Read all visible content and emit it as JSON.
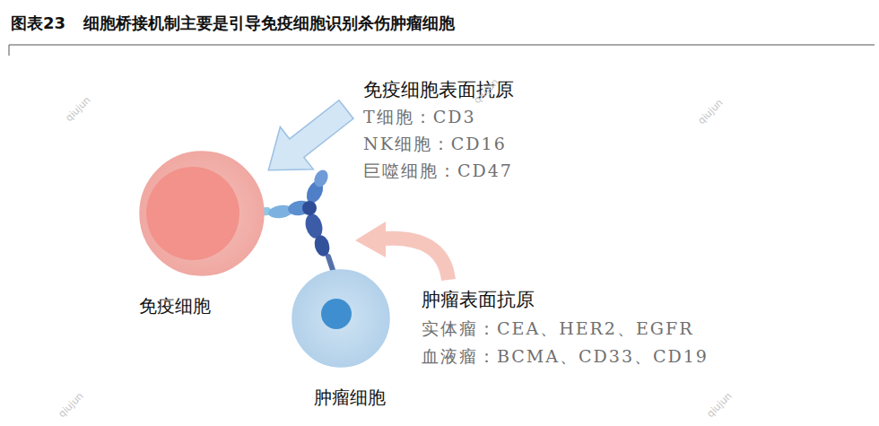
{
  "diagram": {
    "title": "图表23 细胞桥接机制主要是引导免疫细胞识别杀伤肿瘤细胞",
    "nodes": [
      {
        "text": [
          "免疫细胞"
        ]
      },
      {
        "text": [
          "肿瘤细胞"
        ]
      }
    ],
    "labels": [
      "免疫细胞表面抗原",
      "T细胞：CD3",
      "NK细胞：CD16",
      "巨噬细胞：CD47",
      "肿瘤表面抗原",
      "实体瘤：CEA、HER2、EGFR",
      "血液瘤：BCMA、CD33、CD19",
      "qiujun",
      "qiujun",
      "qiujun",
      "qiujun",
      "qiujun"
    ]
  }
}
